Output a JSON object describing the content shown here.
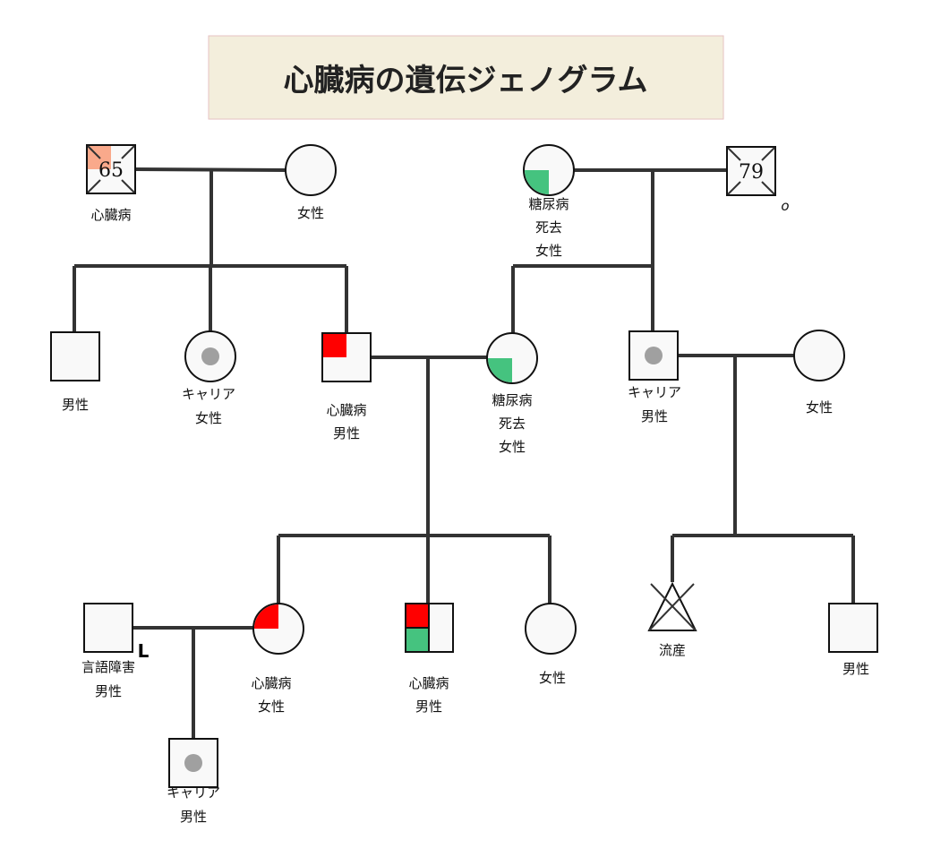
{
  "title": "心臓病の遺伝ジェノグラム",
  "colors": {
    "heart_disease": "#ff0000",
    "heart_disease_light": "#f9a98b",
    "diabetes": "#45c37f",
    "carrier": "#a0a0a0",
    "title_bg": "#f3eedc"
  },
  "gen1": {
    "paternal_grandfather": {
      "age": "65",
      "label1": "心臓病"
    },
    "paternal_grandmother": {
      "label1": "女性"
    },
    "maternal_grandmother": {
      "label1": "糖尿病",
      "label2": "死去",
      "label3": "女性"
    },
    "maternal_grandfather": {
      "age": "79",
      "note": "o"
    }
  },
  "gen2": {
    "uncle": {
      "label1": "男性"
    },
    "aunt": {
      "label1": "キャリア",
      "label2": "女性"
    },
    "father": {
      "label1": "心臓病",
      "label2": "男性"
    },
    "mother": {
      "label1": "糖尿病",
      "label2": "死去",
      "label3": "女性"
    },
    "maternal_uncle": {
      "label1": "キャリア",
      "label2": "男性"
    },
    "maternal_uncle_wife": {
      "label1": "女性"
    }
  },
  "gen3": {
    "husband": {
      "label1": "言語障害",
      "label2": "男性",
      "mark": "L"
    },
    "daughter": {
      "label1": "心臓病",
      "label2": "女性"
    },
    "son": {
      "label1": "心臓病",
      "label2": "男性"
    },
    "daughter2": {
      "label1": "女性"
    },
    "miscarriage": {
      "label1": "流産"
    },
    "cousin": {
      "label1": "男性"
    }
  },
  "gen4": {
    "grandson": {
      "label1": "キャリア",
      "label2": "男性"
    }
  }
}
